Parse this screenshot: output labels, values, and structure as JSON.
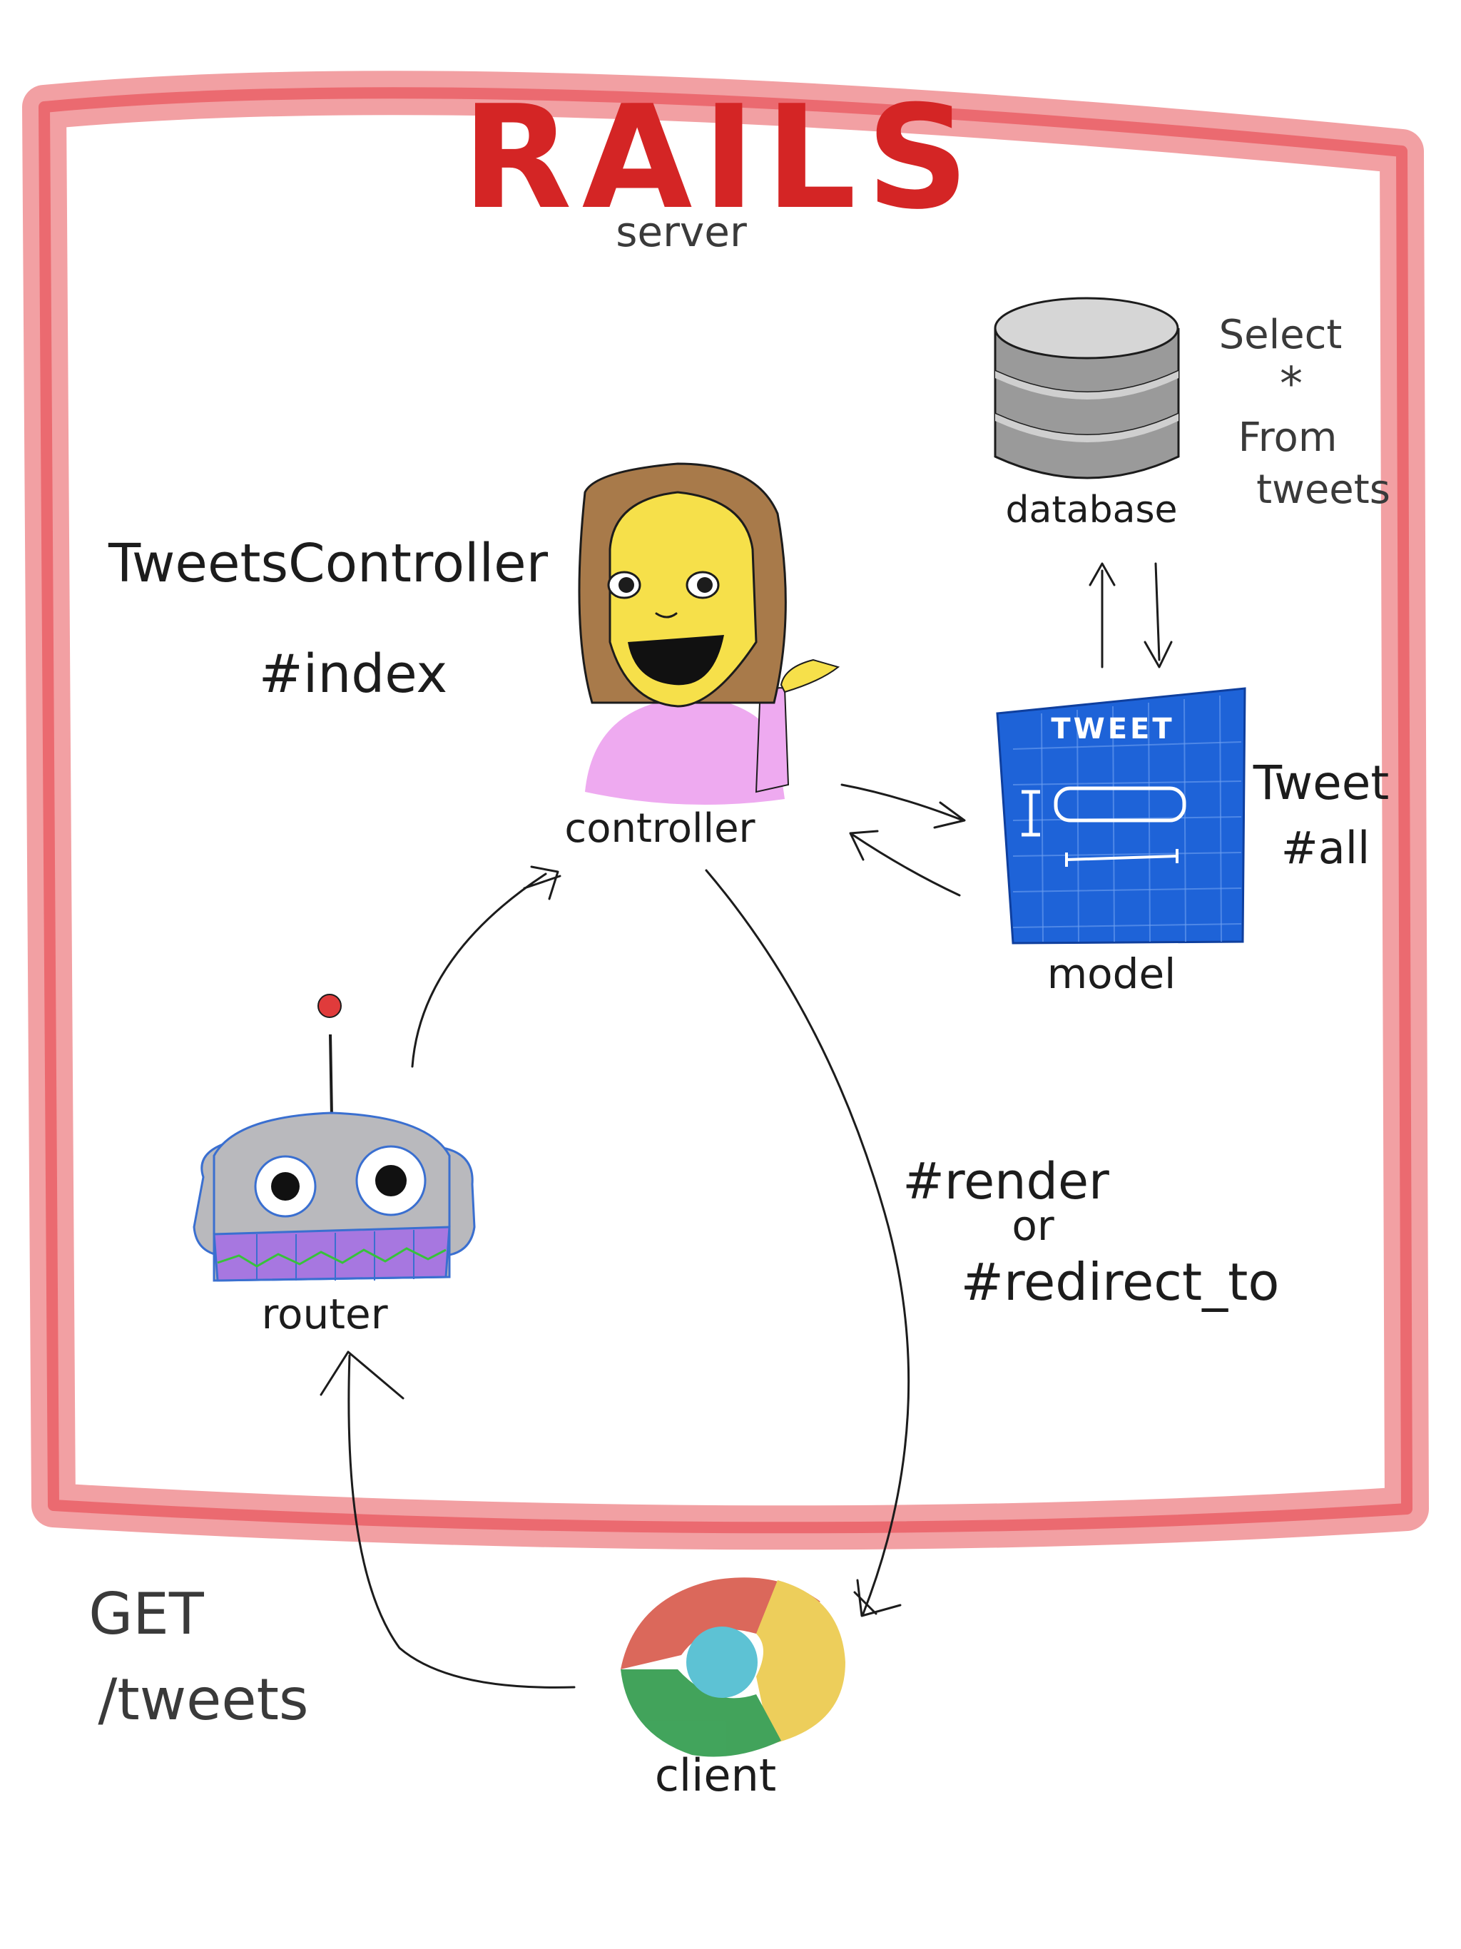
{
  "diagram": {
    "title": "RAILS",
    "subtitle": "server",
    "controller": {
      "label": "controller",
      "class_name": "TweetsController",
      "action": "#index"
    },
    "database": {
      "label": "database",
      "query_line1": "Select",
      "query_line2": "*",
      "query_line3": "From",
      "query_line4": "tweets"
    },
    "model": {
      "label": "model",
      "card_title": "TWEET",
      "class_name": "Tweet",
      "method": "#all"
    },
    "router": {
      "label": "router"
    },
    "response": {
      "line1": "#render",
      "line2": "or",
      "line3": "#redirect_to"
    },
    "client": {
      "label": "client",
      "request_line1": "GET",
      "request_line2": "/tweets"
    }
  },
  "colors": {
    "frame": "#e8535a",
    "title": "#d42525",
    "face": "#f6e04a",
    "hair": "#a87a4a",
    "shirt": "#eeaaf0",
    "blueprint": "#1e63d8",
    "robot_head": "#b9b9bd",
    "robot_mouth": "#a777e0",
    "db_gray": "#8e8e8e",
    "chrome_red": "#d8584a",
    "chrome_yellow": "#ecc94a",
    "chrome_green": "#2e9a4a",
    "chrome_blue": "#4cbcd0"
  }
}
